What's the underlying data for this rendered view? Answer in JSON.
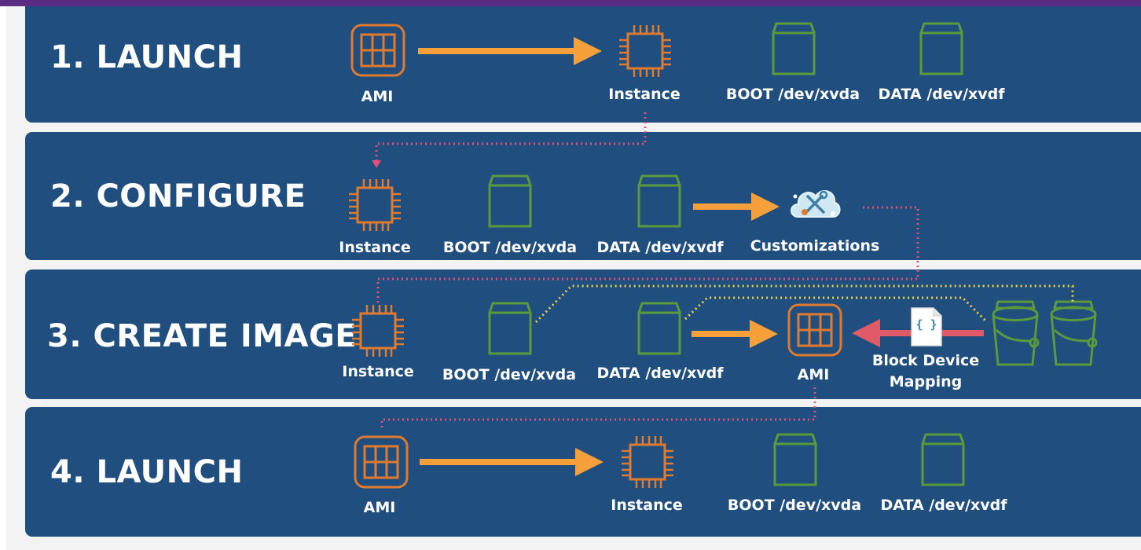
{
  "colors": {
    "background": "#f3f3f3",
    "panel": "#1f4e7f",
    "top_bar": "#5b2c83",
    "compute_orange": "#e07a2f",
    "arrow_orange": "#f5a03a",
    "storage_green": "#5b9a3c",
    "pink_dotted": "#e0507a",
    "yellow_dotted": "#e8d24a",
    "mapping_arrow_red": "#e05a6a",
    "text": "#ffffff"
  },
  "steps": [
    {
      "title": "1. LAUNCH",
      "labels": {
        "ami": "AMI",
        "instance": "Instance",
        "boot": "BOOT /dev/xvda",
        "data": "DATA /dev/xvdf"
      },
      "icons": [
        "ami-icon",
        "arrow-right-icon",
        "instance-chip-icon",
        "boot-volume-icon",
        "data-volume-icon"
      ]
    },
    {
      "title": "2. CONFIGURE",
      "labels": {
        "instance": "Instance",
        "boot": "BOOT /dev/xvda",
        "data": "DATA /dev/xvdf",
        "customizations": "Customizations"
      },
      "icons": [
        "instance-chip-icon",
        "boot-volume-icon",
        "data-volume-icon",
        "arrow-right-icon",
        "customizations-cloud-icon"
      ]
    },
    {
      "title": "3. CREATE IMAGE",
      "labels": {
        "instance": "Instance",
        "boot": "BOOT /dev/xvda",
        "data": "DATA /dev/xvdf",
        "ami": "AMI",
        "block_device_mapping": "Block Device\nMapping"
      },
      "icons": [
        "instance-chip-icon",
        "boot-volume-icon",
        "data-volume-icon",
        "arrow-right-icon",
        "ami-icon",
        "arrow-left-icon",
        "json-document-icon",
        "snapshot-bucket-icon",
        "snapshot-bucket-icon"
      ]
    },
    {
      "title": "4. LAUNCH",
      "labels": {
        "ami": "AMI",
        "instance": "Instance",
        "boot": "BOOT /dev/xvda",
        "data": "DATA /dev/xvdf"
      },
      "icons": [
        "ami-icon",
        "arrow-right-icon",
        "instance-chip-icon",
        "boot-volume-icon",
        "data-volume-icon"
      ]
    }
  ],
  "document_glyph": "{ }"
}
